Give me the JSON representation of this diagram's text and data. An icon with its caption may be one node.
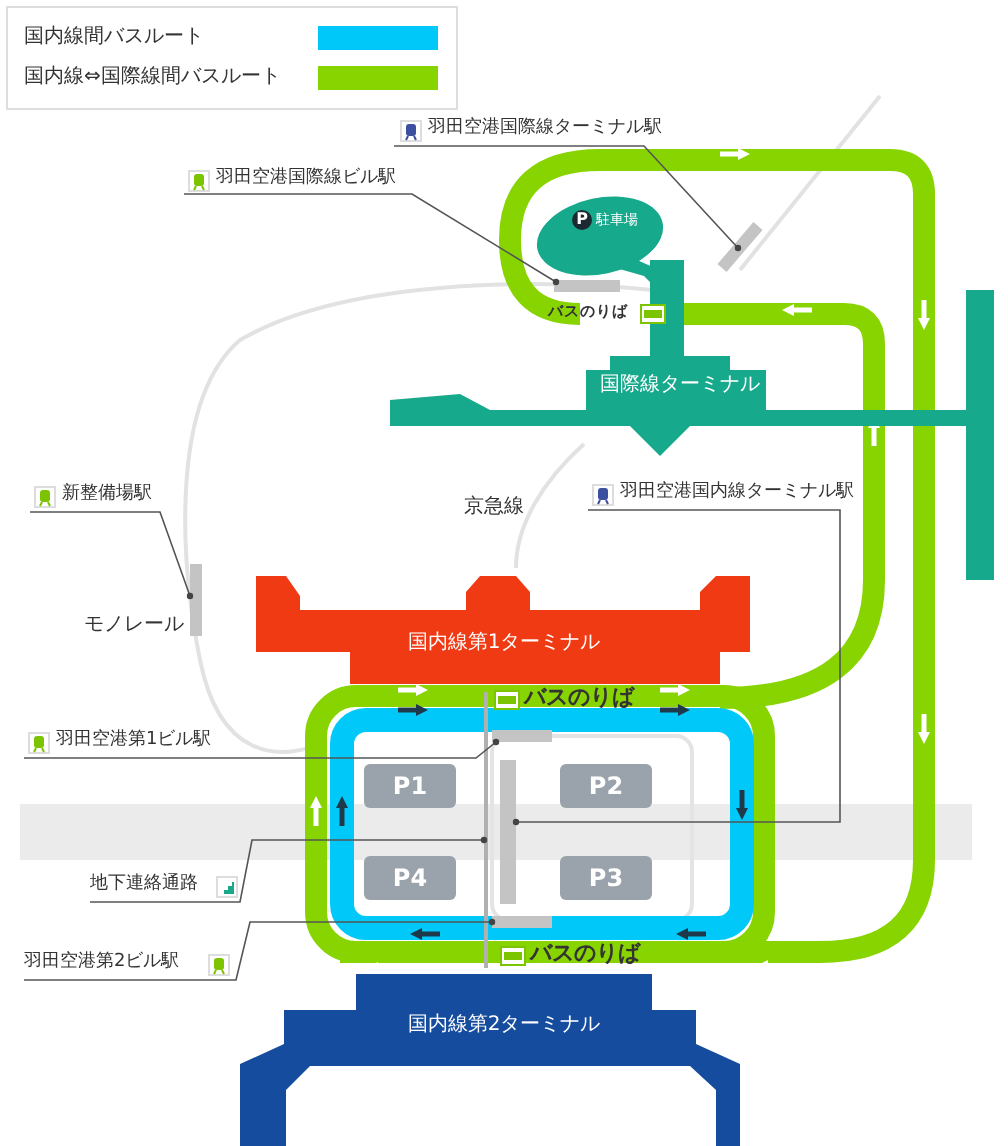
{
  "diagram": {
    "nodes": [
      {
        "text": [
          "国際線ターミナル"
        ]
      },
      {
        "text": [
          "P",
          "駐車場"
        ]
      },
      {
        "text": [
          "国内線第1ターミナル"
        ]
      },
      {
        "text": [
          "国内線第2ターミナル"
        ]
      },
      {
        "text": [
          "P1"
        ]
      },
      {
        "text": [
          "P2"
        ]
      },
      {
        "text": [
          "P3"
        ]
      },
      {
        "text": [
          "P4"
        ]
      },
      {
        "text": [
          "羽田空港国際線ターミナル駅"
        ]
      },
      {
        "text": [],
        "shape": "bar"
      },
      {
        "text": [
          "羽田空港国際線ビル駅"
        ]
      },
      {
        "text": [],
        "shape": "bar"
      },
      {
        "text": [
          "羽田空港国内線ターミナル駅"
        ]
      },
      {
        "text": [],
        "shape": "bar"
      },
      {
        "text": [
          "新整備場駅"
        ]
      },
      {
        "text": [],
        "shape": "bar"
      },
      {
        "text": [
          "羽田空港第1ビル駅"
        ]
      },
      {
        "text": [],
        "shape": "bar"
      },
      {
        "text": [
          "地下連絡通路"
        ]
      },
      {
        "text": [],
        "shape": "line"
      },
      {
        "text": [
          "羽田空港第2ビル駅"
        ]
      },
      {
        "text": [],
        "shape": "bar"
      }
    ],
    "edges": [
      {
        "from": 8,
        "to": 9,
        "arrow": "other"
      },
      {
        "from": 10,
        "to": 11,
        "arrow": "other"
      },
      {
        "from": 12,
        "to": 13,
        "arrow": "other"
      },
      {
        "from": 14,
        "to": 15,
        "arrow": "other"
      },
      {
        "from": 16,
        "to": 17,
        "arrow": "other"
      },
      {
        "from": 18,
        "to": 19,
        "arrow": "other"
      },
      {
        "from": 20,
        "to": 21,
        "arrow": "other"
      }
    ],
    "labels": [
      "バスのりば",
      "京急線",
      "モノレール",
      "バスのりば",
      "バスのりば"
    ],
    "legend": [
      {
        "text": "国内線間バスルート",
        "color": "#00c8f8"
      },
      {
        "text": "国内線⇔国際線間バスルート",
        "color": "#88d400"
      }
    ]
  }
}
